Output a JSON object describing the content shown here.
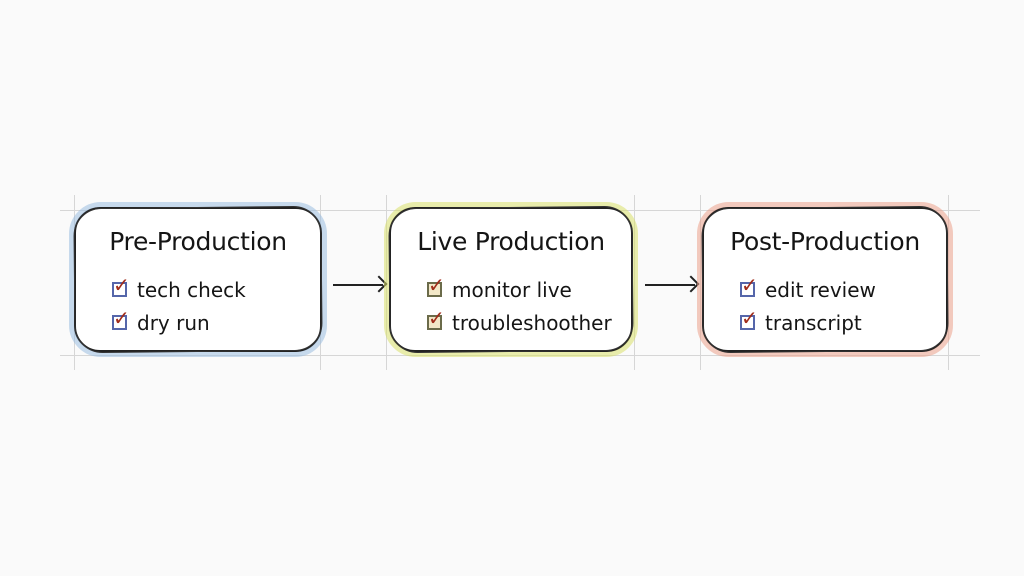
{
  "diagram": {
    "stages": [
      {
        "title": "Pre-Production",
        "accent": "#9bbde0",
        "items": [
          {
            "label": "tech check",
            "checked": true
          },
          {
            "label": "dry run",
            "checked": true
          }
        ]
      },
      {
        "title": "Live Production",
        "accent": "#d9e06a",
        "items": [
          {
            "label": "monitor live",
            "checked": true
          },
          {
            "label": "troubleshoother",
            "checked": true
          }
        ]
      },
      {
        "title": "Post-Production",
        "accent": "#eba08a",
        "items": [
          {
            "label": "edit review",
            "checked": true
          },
          {
            "label": "transcript",
            "checked": true
          }
        ]
      }
    ],
    "connectors": [
      {
        "from": "Pre-Production",
        "to": "Live Production"
      },
      {
        "from": "Live Production",
        "to": "Post-Production"
      }
    ],
    "check_glyph": "✓"
  }
}
